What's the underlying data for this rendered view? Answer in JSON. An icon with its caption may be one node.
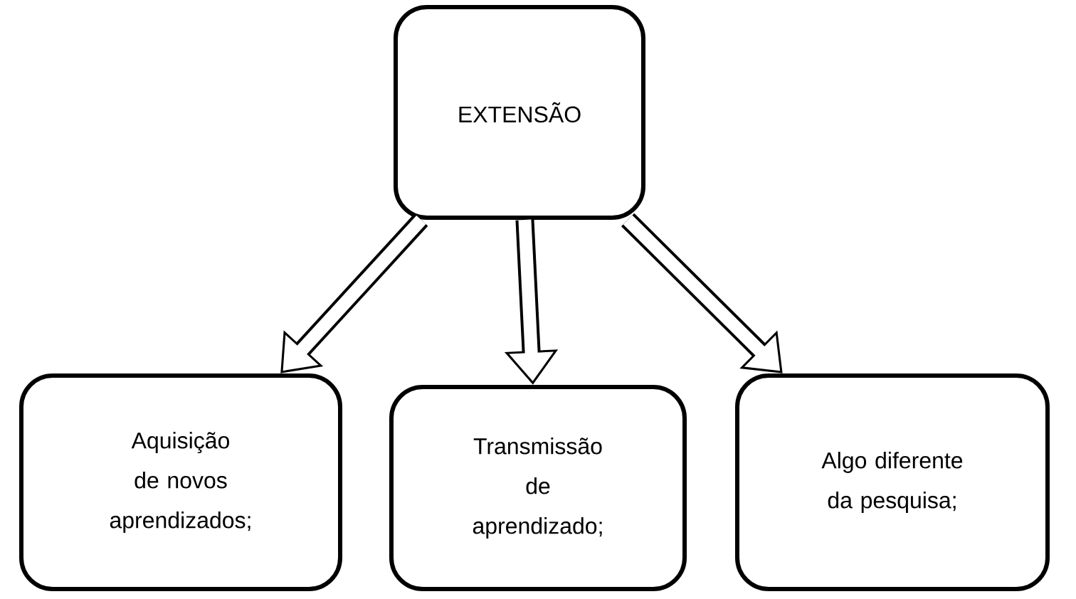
{
  "diagram": {
    "nodes": [
      {
        "text": [
          "EXTENSÃO"
        ]
      },
      {
        "text": [
          "Aquisição de novos aprendizados;"
        ]
      },
      {
        "text": [
          "Transmissão de aprendizado;"
        ]
      },
      {
        "text": [
          "Algo diferente da pesquisa;"
        ]
      }
    ],
    "edges": [
      {
        "from": 0,
        "to": 1,
        "arrow": "to"
      },
      {
        "from": 0,
        "to": 2,
        "arrow": "to"
      },
      {
        "from": 0,
        "to": 3,
        "arrow": "to"
      }
    ]
  }
}
